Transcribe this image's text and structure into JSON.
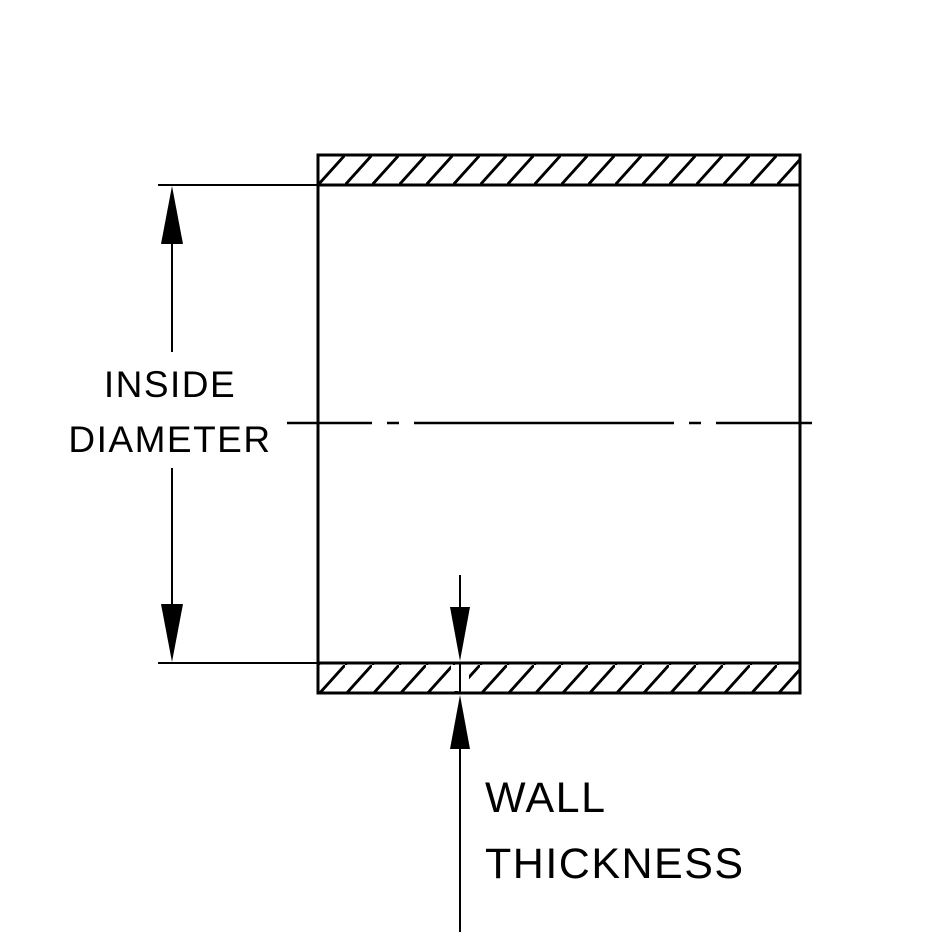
{
  "diagram": {
    "kind": "technical-drawing-cross-section",
    "labels": {
      "inside_diameter": [
        "INSIDE",
        "DIAMETER"
      ],
      "wall_thickness": [
        "WALL",
        "THICKNESS"
      ]
    },
    "colors": {
      "line": "#000000",
      "background": "#ffffff"
    }
  }
}
